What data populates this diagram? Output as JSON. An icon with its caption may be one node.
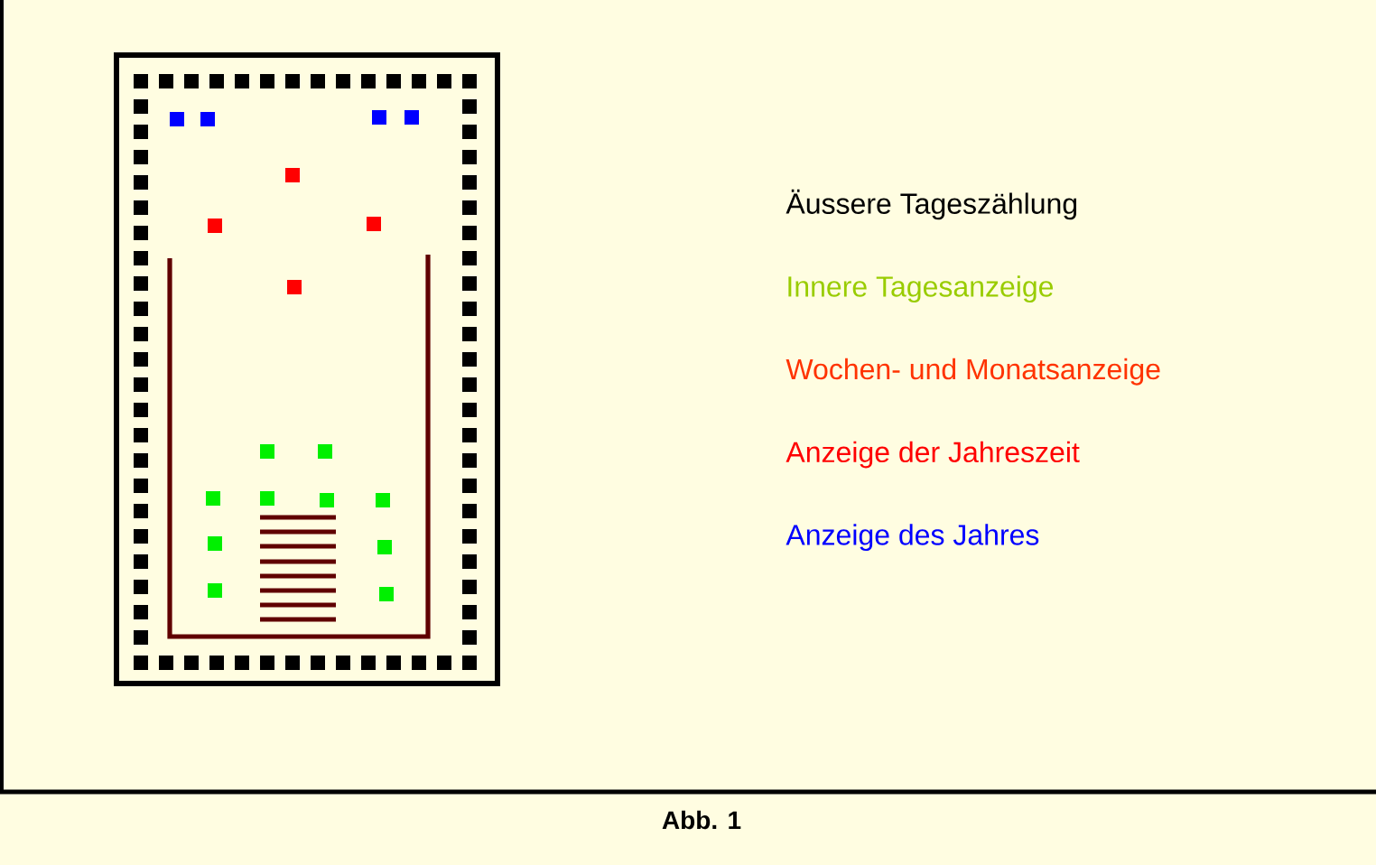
{
  "diagram": {
    "caption": "Abb. 1",
    "legend": [
      {
        "text": "Äussere Tageszählung",
        "color": "#000000"
      },
      {
        "text": "Innere Tagesanzeige",
        "color": "#99CC00"
      },
      {
        "text": "Wochen- und Monatsanzeige",
        "color": "#FF3300"
      },
      {
        "text": "Anzeige der Jahreszeit",
        "color": "#FF0000"
      },
      {
        "text": "Anzeige des Jahres",
        "color": "#0000FF"
      }
    ]
  }
}
